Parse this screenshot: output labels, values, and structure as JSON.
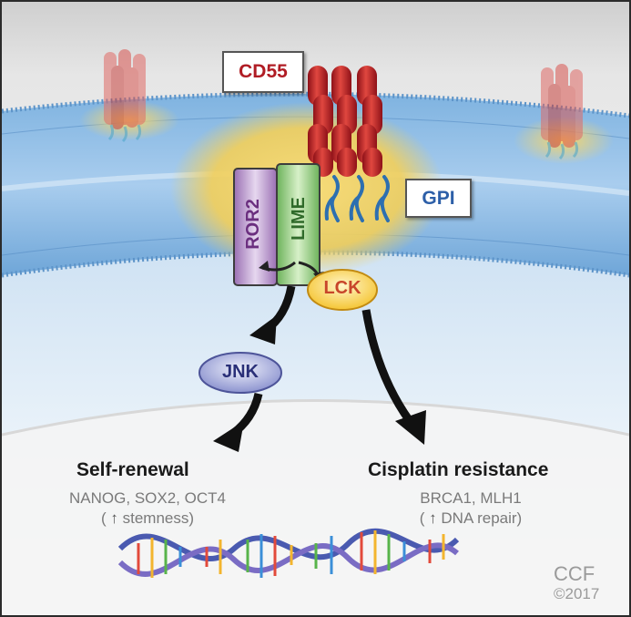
{
  "labels": {
    "cd55": "CD55",
    "gpi": "GPI",
    "ror2": "ROR2",
    "lime": "LIME",
    "lck": "LCK",
    "jnk": "JNK"
  },
  "outcomes": {
    "self_renewal": {
      "title": "Self-renewal",
      "genes": "NANOG, SOX2, OCT4",
      "effect_prefix": "(",
      "effect_arrow": "↑",
      "effect_text": "stemness)"
    },
    "cisplatin": {
      "title": "Cisplatin resistance",
      "genes": "BRCA1, MLH1",
      "effect_prefix": "(",
      "effect_arrow": "↑",
      "effect_text": "DNA repair)"
    }
  },
  "credit": {
    "name": "CCF",
    "year": "©2017"
  },
  "colors": {
    "cd55": "#b01c24",
    "gpi": "#2d5fa8",
    "ror2": "#6b2f7f",
    "lime": "#2f6a2a",
    "lck": "#c8462a",
    "jnk": "#2a2f78",
    "membrane": "#6fa6d8",
    "lipid_raft": "#f2cf5a"
  }
}
